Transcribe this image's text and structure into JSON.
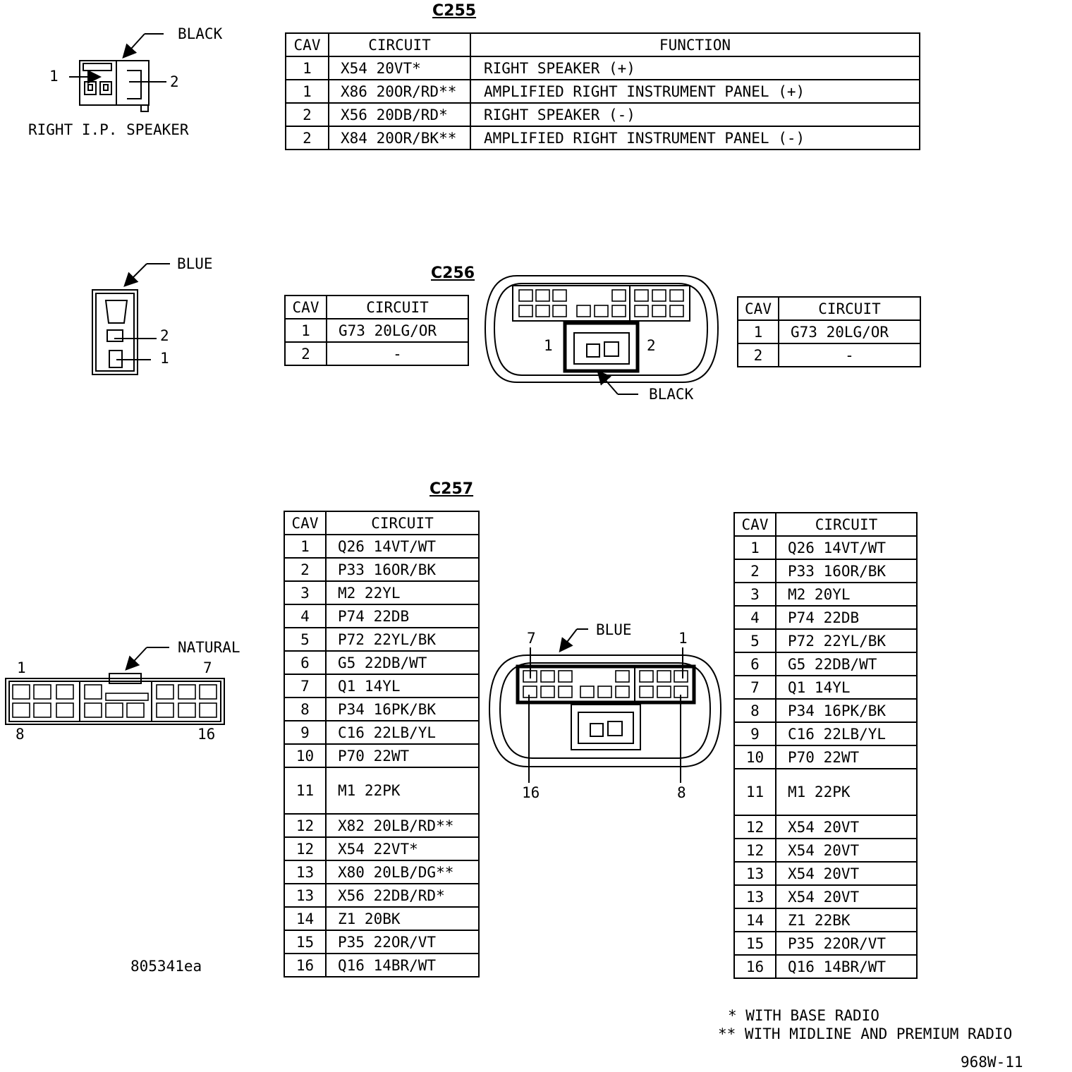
{
  "c255": {
    "title": "C255",
    "headers": {
      "cav": "CAV",
      "circuit": "CIRCUIT",
      "function": "FUNCTION"
    },
    "rows": [
      {
        "cav": "1",
        "circuit": "X54 20VT*",
        "function": "RIGHT SPEAKER (+)"
      },
      {
        "cav": "1",
        "circuit": "X86 20OR/RD**",
        "function": "AMPLIFIED RIGHT INSTRUMENT PANEL (+)"
      },
      {
        "cav": "2",
        "circuit": "X56 20DB/RD*",
        "function": "RIGHT SPEAKER (-)"
      },
      {
        "cav": "2",
        "circuit": "X84 20OR/BK**",
        "function": "AMPLIFIED RIGHT INSTRUMENT PANEL (-)"
      }
    ],
    "connector": {
      "color_label": "BLACK",
      "pin_left": "1",
      "pin_right": "2",
      "caption": "RIGHT I.P. SPEAKER"
    }
  },
  "c256": {
    "title": "C256",
    "left_table": {
      "headers": {
        "cav": "CAV",
        "circuit": "CIRCUIT"
      },
      "rows": [
        {
          "cav": "1",
          "circuit": "G73 20LG/OR"
        },
        {
          "cav": "2",
          "circuit": "-"
        }
      ]
    },
    "right_table": {
      "headers": {
        "cav": "CAV",
        "circuit": "CIRCUIT"
      },
      "rows": [
        {
          "cav": "1",
          "circuit": "G73 20LG/OR"
        },
        {
          "cav": "2",
          "circuit": "-"
        }
      ]
    },
    "connector_left": {
      "color_label": "BLUE",
      "pin_top": "2",
      "pin_bottom": "1"
    },
    "connector_center": {
      "color_label": "BLACK",
      "pin_left": "1",
      "pin_right": "2"
    }
  },
  "c257": {
    "title": "C257",
    "left_table": {
      "headers": {
        "cav": "CAV",
        "circuit": "CIRCUIT"
      },
      "rows": [
        {
          "cav": "1",
          "circuit": "Q26 14VT/WT"
        },
        {
          "cav": "2",
          "circuit": "P33 16OR/BK"
        },
        {
          "cav": "3",
          "circuit": "M2 22YL"
        },
        {
          "cav": "4",
          "circuit": "P74 22DB"
        },
        {
          "cav": "5",
          "circuit": "P72 22YL/BK"
        },
        {
          "cav": "6",
          "circuit": "G5 22DB/WT"
        },
        {
          "cav": "7",
          "circuit": "Q1 14YL"
        },
        {
          "cav": "8",
          "circuit": "P34 16PK/BK"
        },
        {
          "cav": "9",
          "circuit": "C16 22LB/YL"
        },
        {
          "cav": "10",
          "circuit": "P70 22WT"
        },
        {
          "cav": "11",
          "circuit": "M1 22PK"
        },
        {
          "cav": "12",
          "circuit": "X82 20LB/RD**"
        },
        {
          "cav": "12",
          "circuit": "X54 22VT*"
        },
        {
          "cav": "13",
          "circuit": "X80 20LB/DG**"
        },
        {
          "cav": "13",
          "circuit": "X56 22DB/RD*"
        },
        {
          "cav": "14",
          "circuit": "Z1 20BK"
        },
        {
          "cav": "15",
          "circuit": "P35 22OR/VT"
        },
        {
          "cav": "16",
          "circuit": "Q16 14BR/WT"
        }
      ]
    },
    "right_table": {
      "headers": {
        "cav": "CAV",
        "circuit": "CIRCUIT"
      },
      "rows": [
        {
          "cav": "1",
          "circuit": "Q26 14VT/WT"
        },
        {
          "cav": "2",
          "circuit": "P33 16OR/BK"
        },
        {
          "cav": "3",
          "circuit": "M2 20YL"
        },
        {
          "cav": "4",
          "circuit": "P74 22DB"
        },
        {
          "cav": "5",
          "circuit": "P72 22YL/BK"
        },
        {
          "cav": "6",
          "circuit": "G5 22DB/WT"
        },
        {
          "cav": "7",
          "circuit": "Q1 14YL"
        },
        {
          "cav": "8",
          "circuit": "P34 16PK/BK"
        },
        {
          "cav": "9",
          "circuit": "C16 22LB/YL"
        },
        {
          "cav": "10",
          "circuit": "P70 22WT"
        },
        {
          "cav": "11",
          "circuit": "M1 22PK"
        },
        {
          "cav": "12",
          "circuit": "X54 20VT"
        },
        {
          "cav": "12",
          "circuit": "X54 20VT"
        },
        {
          "cav": "13",
          "circuit": "X54 20VT"
        },
        {
          "cav": "13",
          "circuit": "X54 20VT"
        },
        {
          "cav": "14",
          "circuit": "Z1 22BK"
        },
        {
          "cav": "15",
          "circuit": "P35 22OR/VT"
        },
        {
          "cav": "16",
          "circuit": "Q16 14BR/WT"
        }
      ]
    },
    "connector_left": {
      "color_label": "NATURAL",
      "pin_tl": "1",
      "pin_tr": "7",
      "pin_bl": "8",
      "pin_br": "16"
    },
    "connector_center": {
      "color_label": "BLUE",
      "pin_tl": "7",
      "pin_tr": "1",
      "pin_bl": "16",
      "pin_br": "8"
    }
  },
  "image_id": "805341ea",
  "footnotes": {
    "single": "* WITH BASE RADIO",
    "double": "** WITH MIDLINE AND PREMIUM RADIO"
  },
  "drawing_number": "968W-11"
}
